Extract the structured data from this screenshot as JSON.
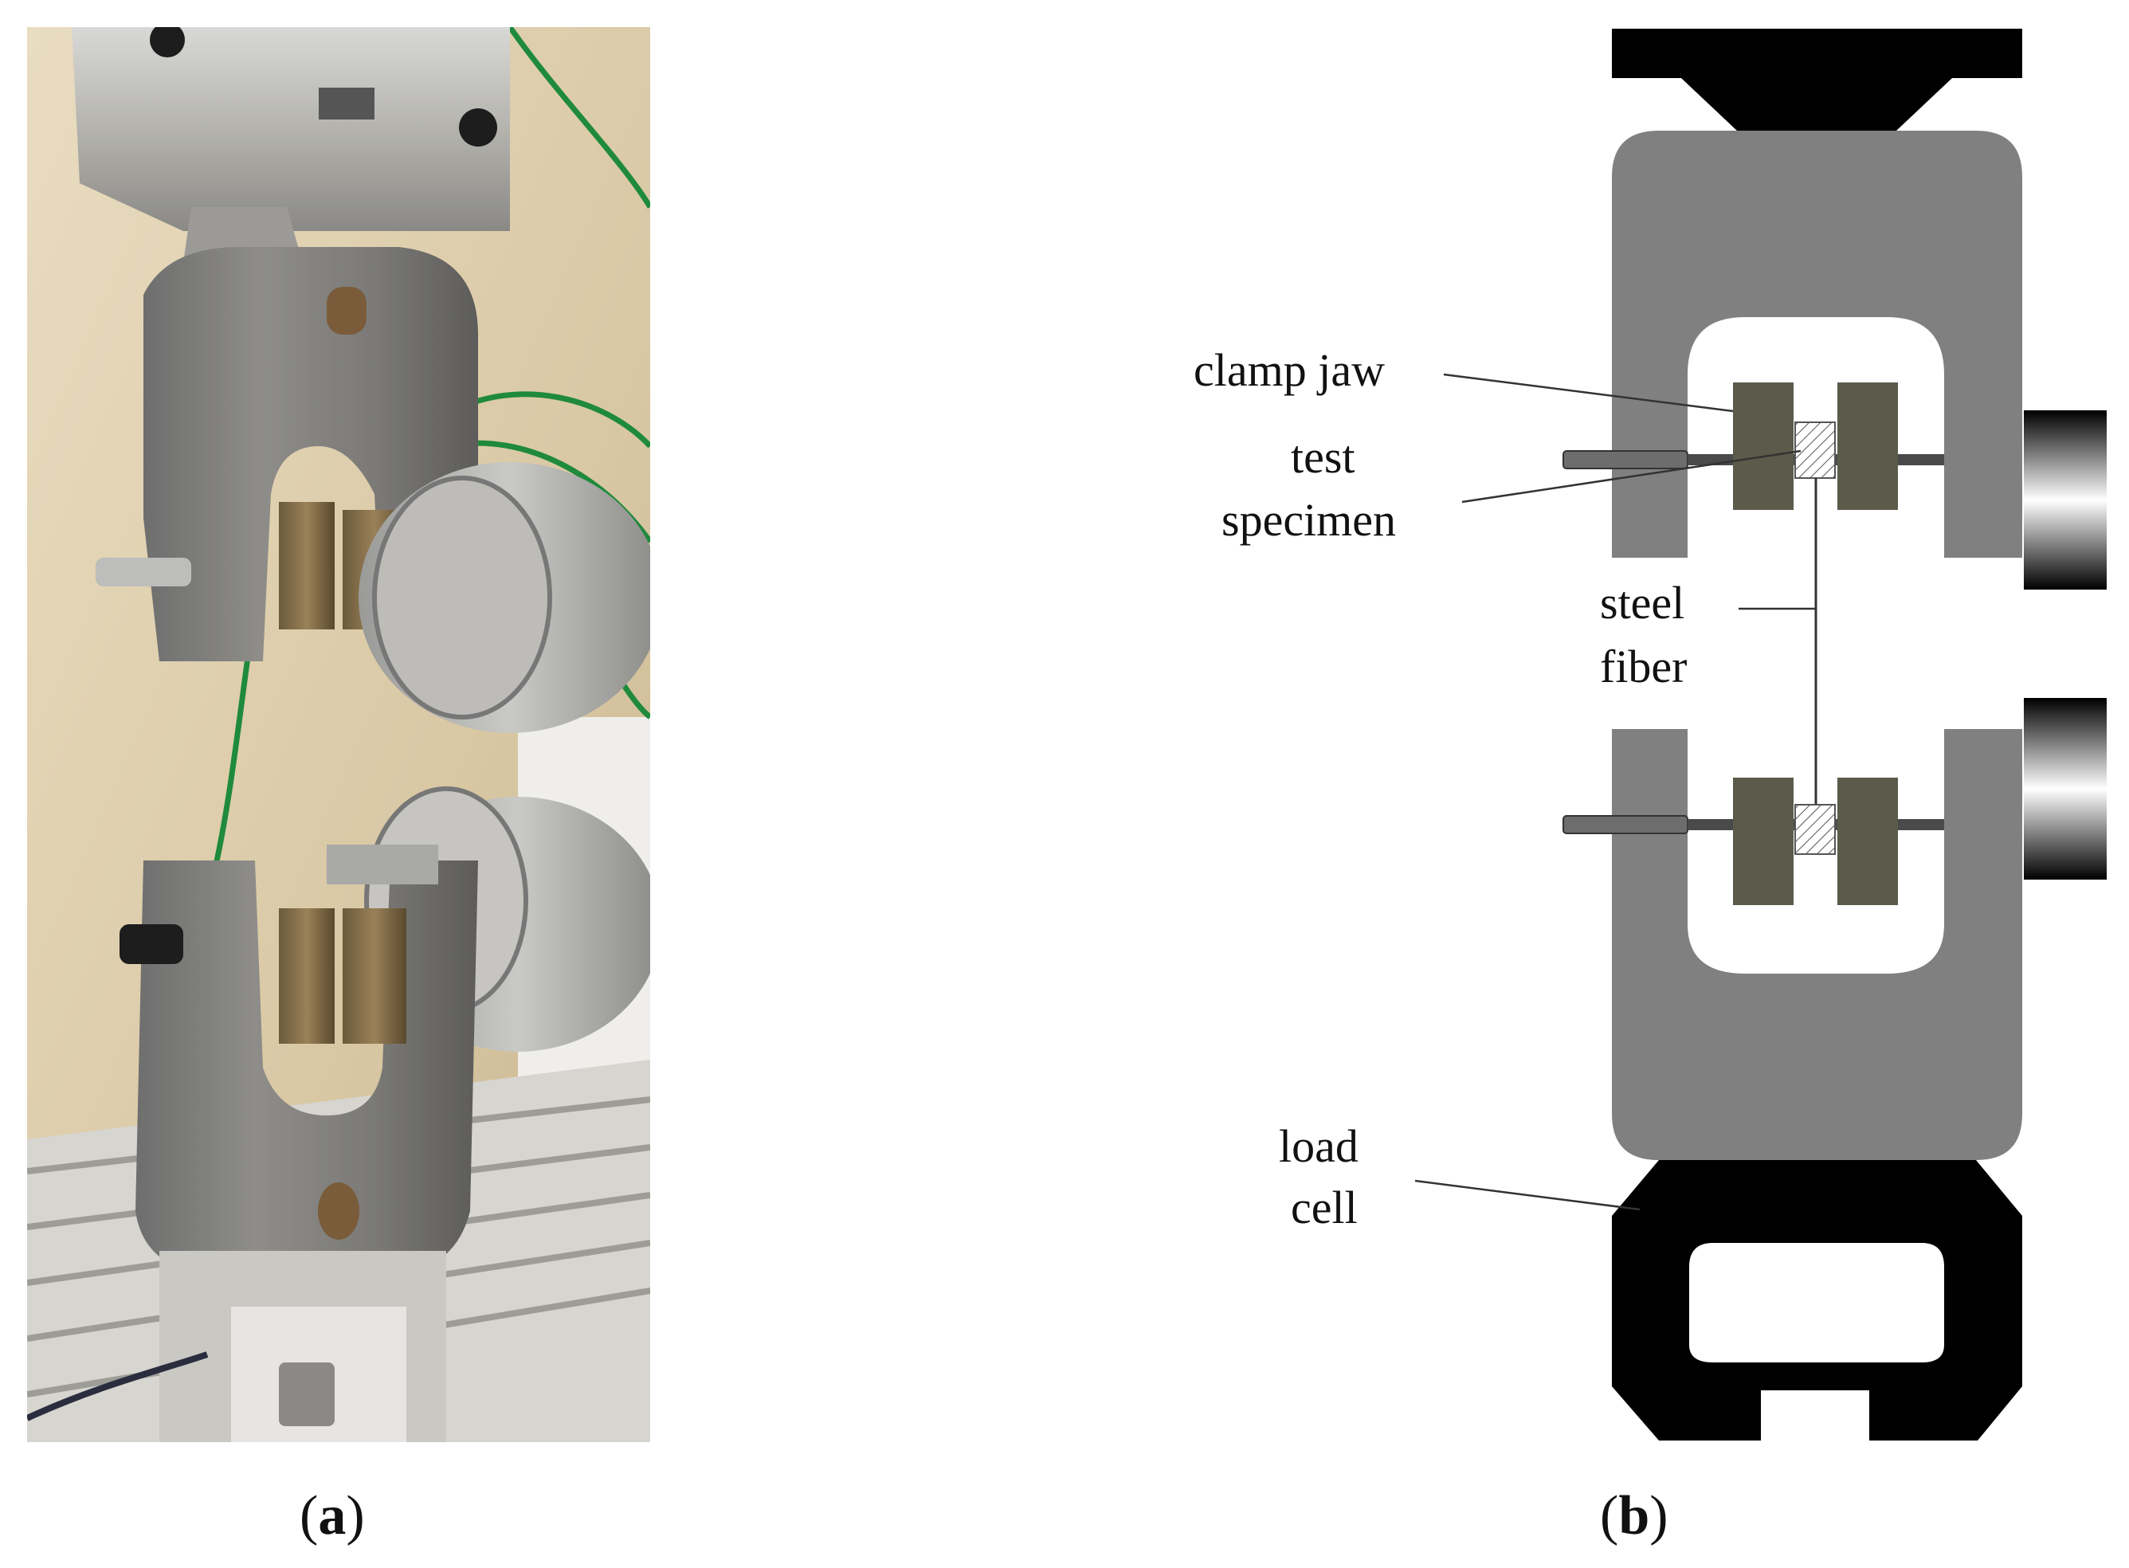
{
  "panels": {
    "a": {
      "caption_open": "(",
      "caption_letter": "a",
      "caption_close": ")",
      "content": "photograph"
    },
    "b": {
      "caption_open": "(",
      "caption_letter": "b",
      "caption_close": ")",
      "content": "schematic"
    }
  },
  "schematic": {
    "labels": {
      "clamp_jaw": "clamp jaw",
      "test_line1": "test",
      "test_line2": "specimen",
      "steel_line1": "steel",
      "steel_line2": "fiber",
      "load_line1": "load",
      "load_line2": "cell"
    },
    "colors": {
      "frame": "#808080",
      "jaw": "#5c5a4a",
      "black": "#000000",
      "fiber": "#333333"
    }
  }
}
